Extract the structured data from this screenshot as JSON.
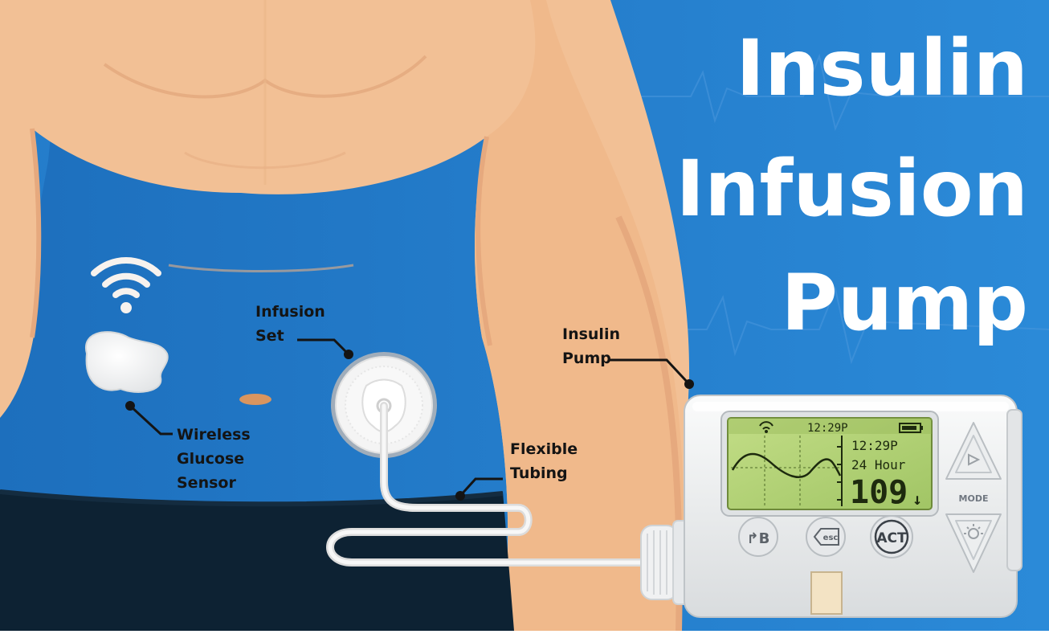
{
  "title": {
    "line1": "Insulin",
    "line2": "Infusion",
    "line3": "Pump"
  },
  "labels": {
    "wireless_sensor": [
      "Wireless",
      "Glucose",
      "Sensor"
    ],
    "infusion_set": [
      "Infusion",
      "Set"
    ],
    "insulin_pump": [
      "Insulin",
      "Pump"
    ],
    "flexible_tubing": [
      "Flexible",
      "Tubing"
    ]
  },
  "pump_screen": {
    "status_time": "12:29P",
    "time": "12:29P",
    "period": "24 Hour",
    "glucose_value": "109",
    "trend_arrow": "↓",
    "wifi_icon": "wifi-icon",
    "battery_icon": "battery-icon"
  },
  "pump_buttons": {
    "bolus": "↱B",
    "back": "esc",
    "act": "ACT",
    "mode": "MODE"
  },
  "colors": {
    "background_blue": "#1f79c8",
    "skin": "#f2c095",
    "pants": "#0d2233",
    "device": "#eef0f1",
    "lcd": "#aed071"
  }
}
